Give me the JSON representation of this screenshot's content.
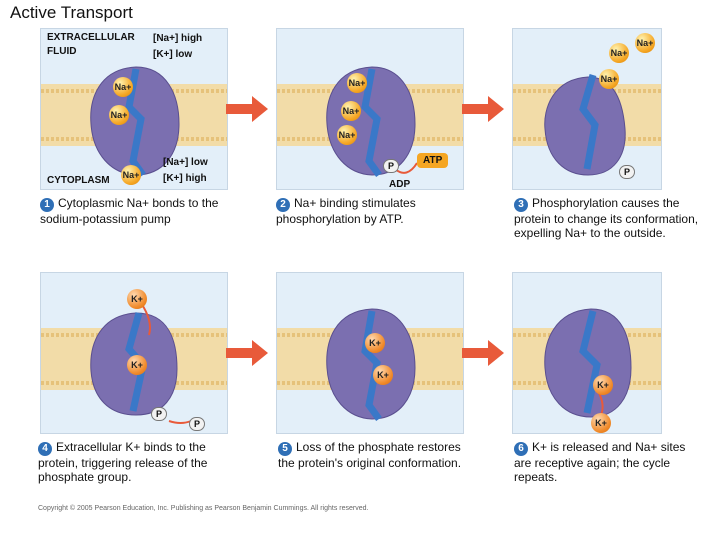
{
  "title": "Active Transport",
  "labels": {
    "extracellular": "EXTRACELLULAR",
    "fluid": "FLUID",
    "na_high": "[Na+] high",
    "k_low": "[K+] low",
    "cytoplasm": "CYTOPLASM",
    "na_low": "[Na+] low",
    "k_high": "[K+] high",
    "atp": "ATP",
    "adp": "ADP",
    "p": "P",
    "na": "Na+",
    "k": "K+"
  },
  "steps": [
    {
      "number": "1",
      "caption": "Cytoplasmic Na+ bonds to the sodium-potassium pump"
    },
    {
      "number": "2",
      "caption": "Na+ binding stimulates phosphorylation by ATP."
    },
    {
      "number": "3",
      "caption": "Phosphorylation causes the protein to change its conformation, expelling Na+ to the outside."
    },
    {
      "number": "4",
      "caption": "Extracellular K+ binds to the protein, triggering release of the phosphate group."
    },
    {
      "number": "5",
      "caption": "Loss of the phosphate restores the protein's original conformation."
    },
    {
      "number": "6",
      "caption": "K+ is released and Na+ sites are receptive again; the cycle repeats."
    }
  ],
  "copyright": "Copyright © 2005 Pearson Education, Inc. Publishing as Pearson Benjamin Cummings. All rights reserved.",
  "colors": {
    "membrane": "#f2dca8",
    "protein": "#7b6fb0",
    "arrow": "#e85a3a",
    "step_badge": "#2f6fb6"
  }
}
